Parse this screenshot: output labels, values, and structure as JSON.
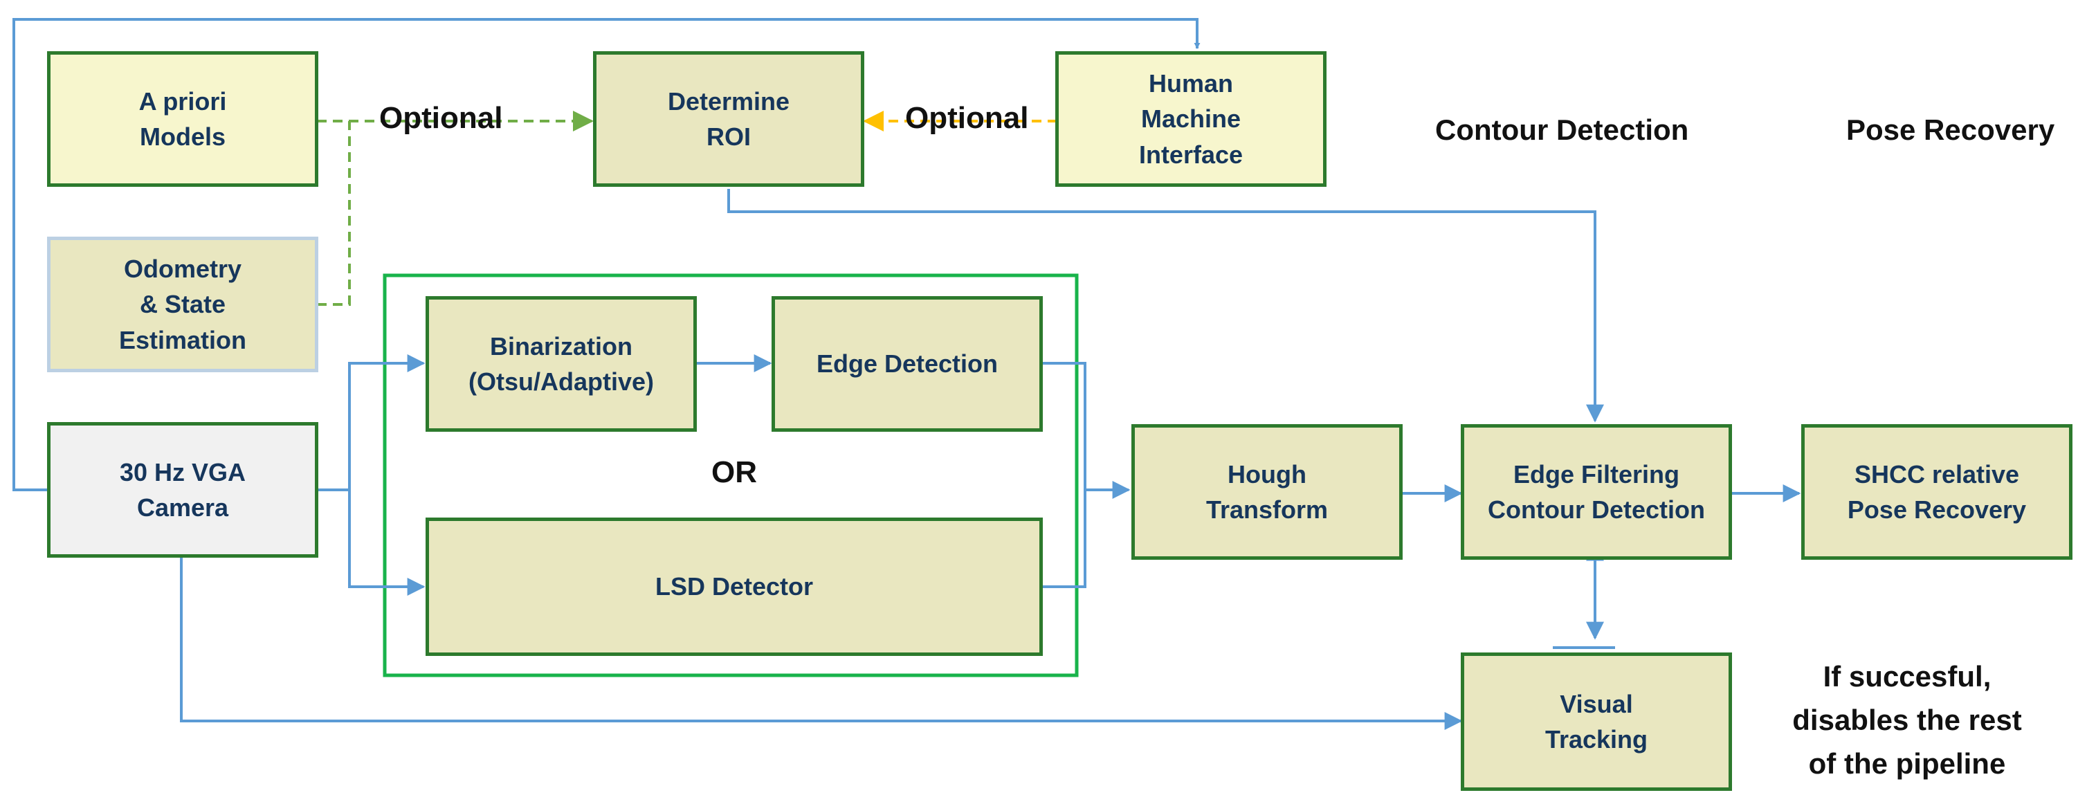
{
  "blocks": {
    "a_priori": "A priori\nModels",
    "determine_roi": "Determine\nROI",
    "hmi": "Human\nMachine\nInterface",
    "odometry": "Odometry\n& State\nEstimation",
    "binarization": "Binarization\n(Otsu/Adaptive)",
    "edge_detection": "Edge Detection",
    "camera": "30 Hz VGA\nCamera",
    "hough": "Hough\nTransform",
    "edge_filtering": "Edge Filtering\nContour Detection",
    "shcc": "SHCC relative\nPose Recovery",
    "lsd": "LSD Detector",
    "visual_tracking": "Visual\nTracking"
  },
  "labels": {
    "optional_left": "Optional",
    "optional_right": "Optional",
    "or": "OR",
    "contour_detection": "Contour Detection",
    "pose_recovery": "Pose Recovery",
    "if_successful": "If succesful,\ndisables the rest\nof the pipeline"
  },
  "colors": {
    "flow_line": "#5b9bd5",
    "optional_green": "#70ad47",
    "optional_orange": "#ffc000",
    "block_border": "#2d7a2d",
    "block_fill": "#e9e7c0",
    "text_dark_blue": "#16365c"
  }
}
